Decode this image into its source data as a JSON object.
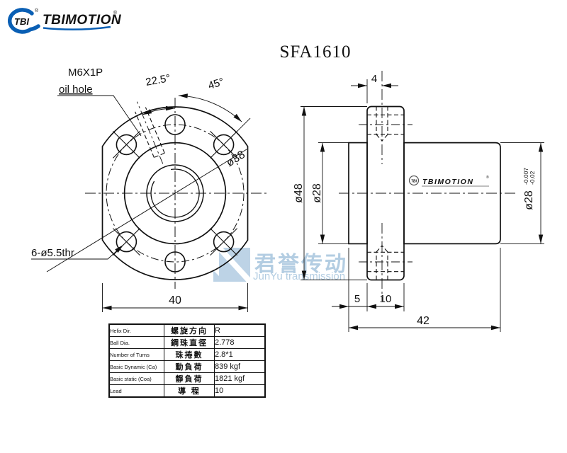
{
  "brand": {
    "c_logo_text": "TBI",
    "name": "TBIMOTION",
    "registered": "®",
    "blue": "#0a5fb4",
    "green": "#007a3e"
  },
  "title": "SFA1610",
  "front_view": {
    "labels": {
      "oil_hole_spec": "M6X1P",
      "oil_hole_name": "oil hole",
      "angle_oil": "22.5°",
      "angle_holes": "45°",
      "bolt_circle_dia": "ø38",
      "holes_spec": "6-ø5.5thr",
      "flange_width": "40"
    }
  },
  "side_view": {
    "labels": {
      "oil_hole_offset": "4",
      "flange_dia": "ø48",
      "body_dia": "ø28",
      "shaft_dia": "ø28",
      "tol_upper": "-0.007",
      "tol_lower": "-0.02",
      "stub_len": "5",
      "flange_thk": "10",
      "total_len": "42"
    },
    "engraving": {
      "c_logo_text": "TBI",
      "name": "TBIMOTION",
      "registered": "®"
    }
  },
  "spec_table": {
    "rows": [
      {
        "en": "Helix Dir.",
        "zh": "螺旋方向",
        "value": "R"
      },
      {
        "en": "Ball Dia.",
        "zh": "鋼珠直徑",
        "value": "2.778"
      },
      {
        "en": "Number of Turns",
        "zh": "珠捲數",
        "value": "2.8*1"
      },
      {
        "en": "Basic Dynamic (Ca)",
        "zh": "動負荷",
        "value": "839 kgf"
      },
      {
        "en": "Basic static (Coa)",
        "zh": "靜負荷",
        "value": "1821 kgf"
      },
      {
        "en": "Lead",
        "zh": "導 程",
        "value": "10"
      }
    ]
  },
  "watermark": {
    "zh": "君誉传动",
    "en": "JunYu transmission",
    "color": "#b3cde2"
  },
  "colors": {
    "line": "#111111"
  }
}
